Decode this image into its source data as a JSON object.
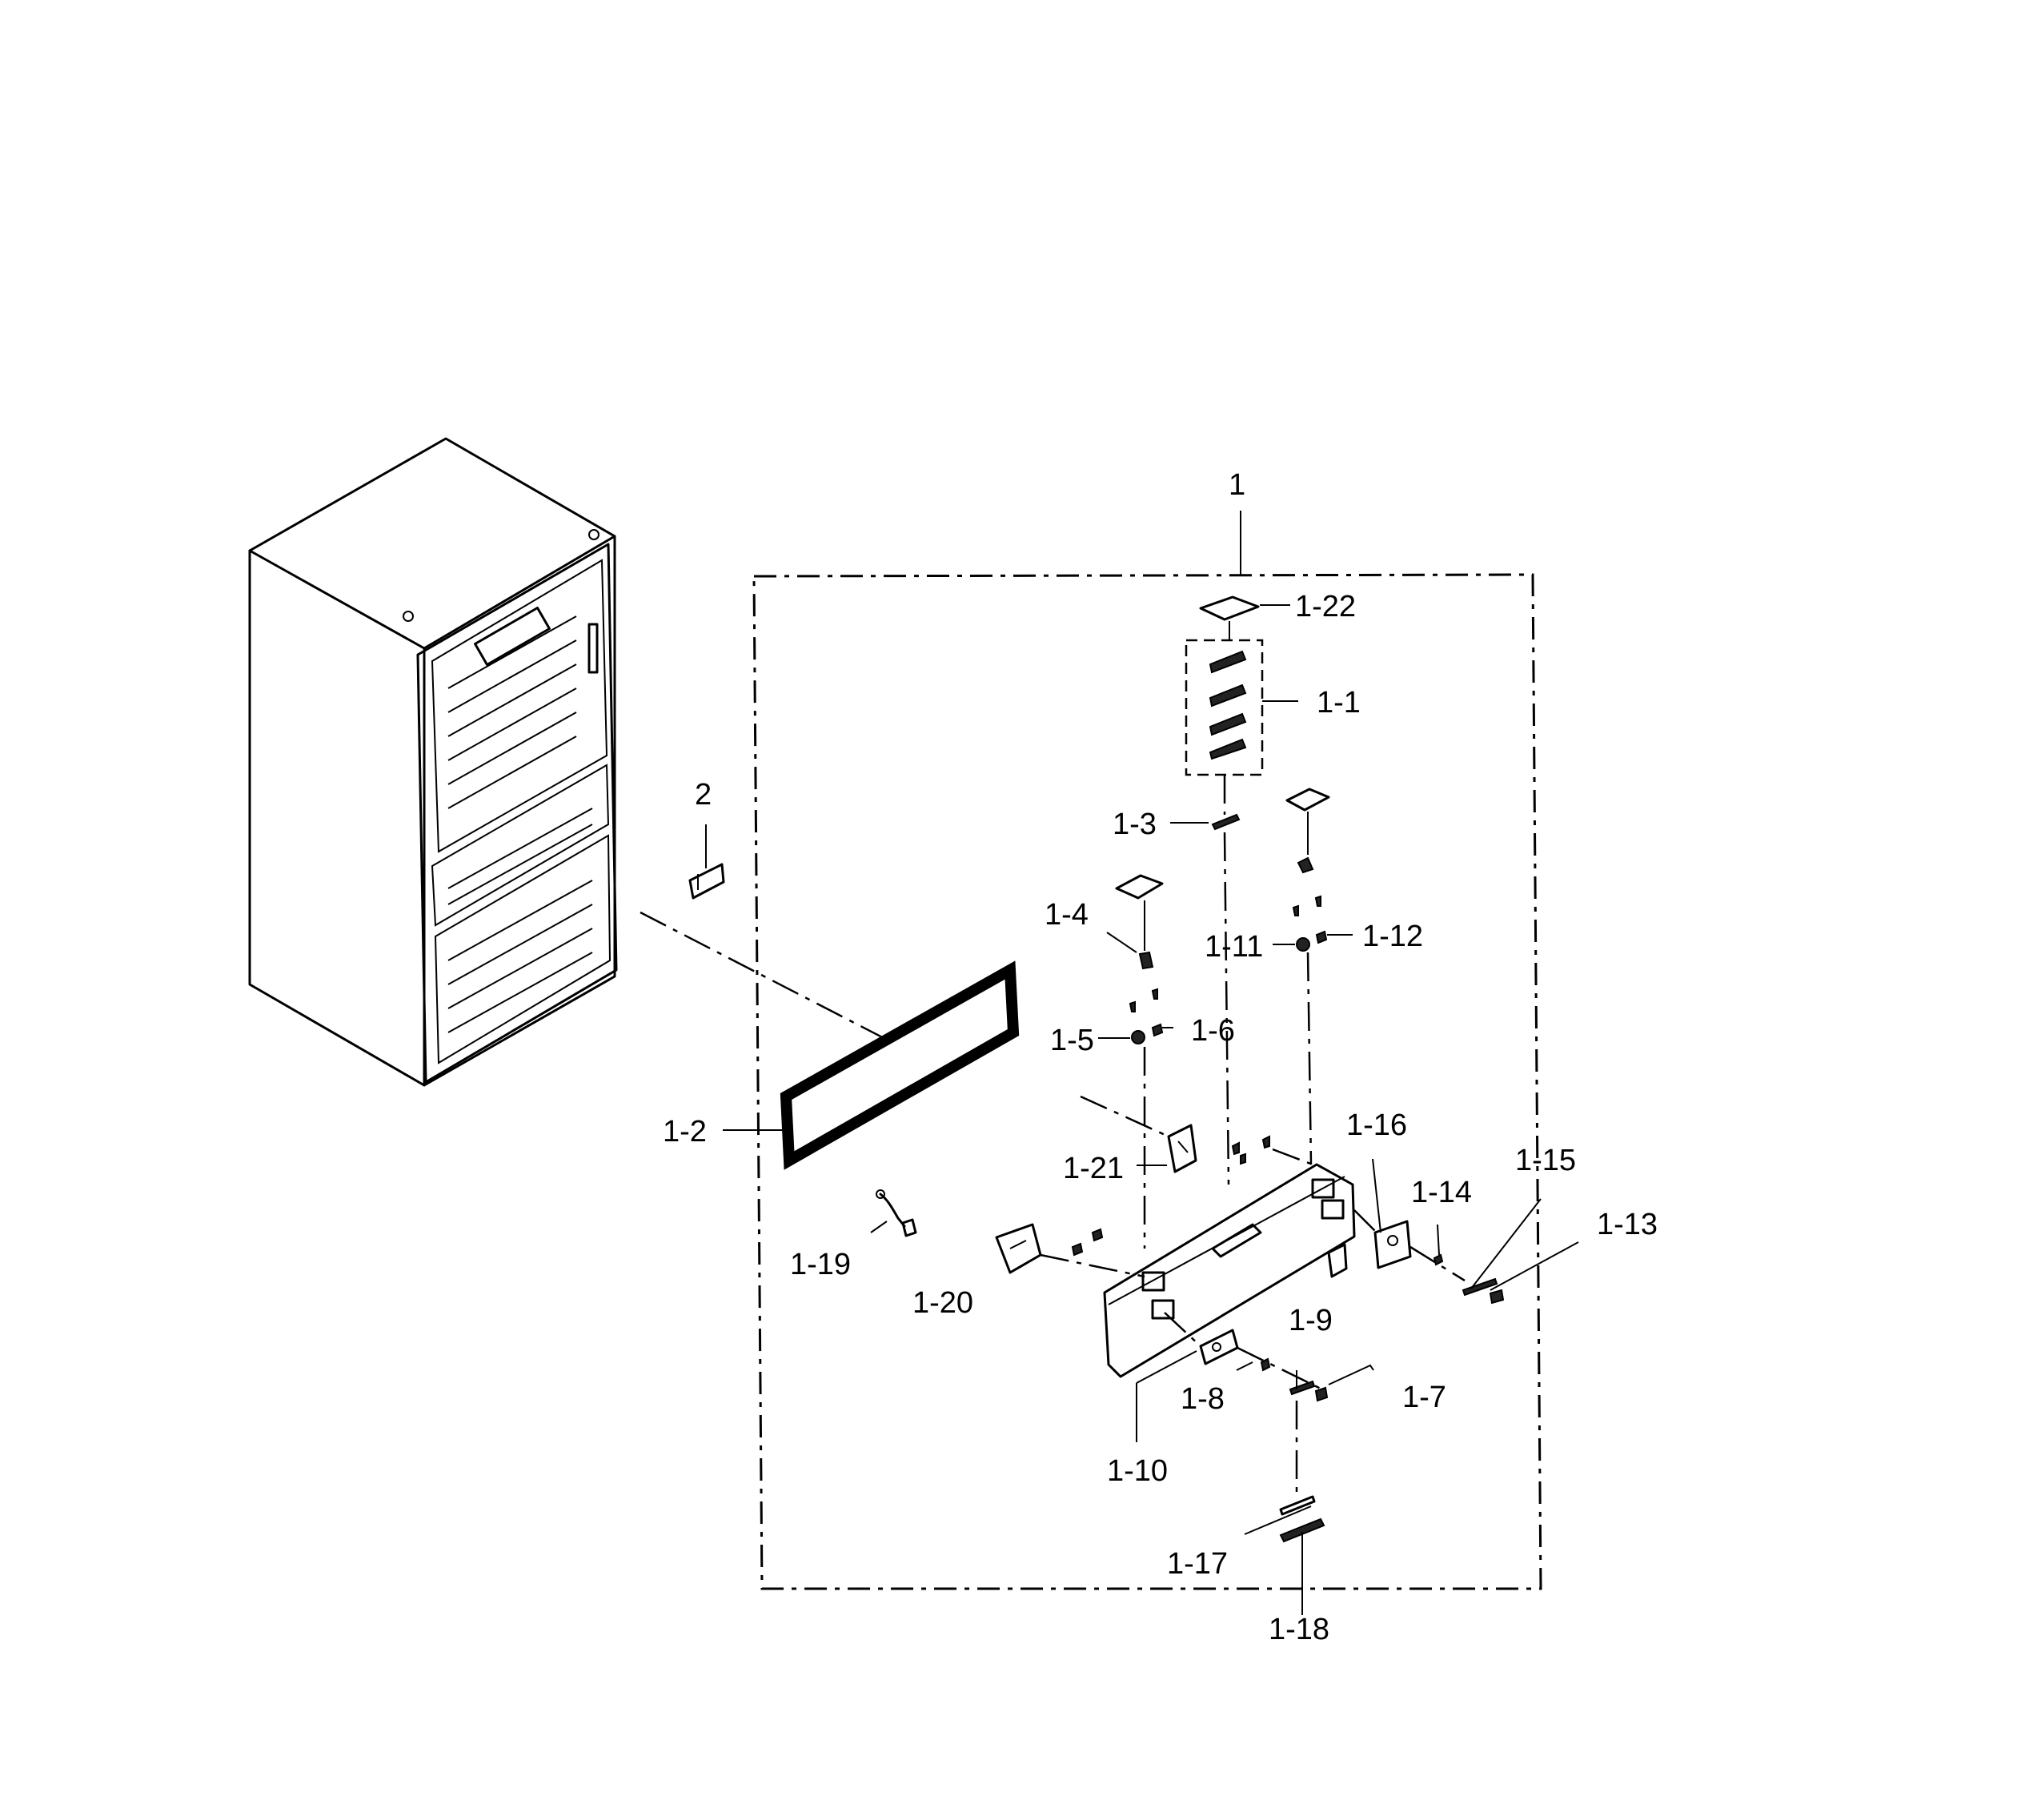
{
  "diagram": {
    "callouts": [
      {
        "id": "c-1",
        "text": "1"
      },
      {
        "id": "c-1-22",
        "text": "1-22"
      },
      {
        "id": "c-1-1",
        "text": "1-1"
      },
      {
        "id": "c-2",
        "text": "2"
      },
      {
        "id": "c-1-3",
        "text": "1-3"
      },
      {
        "id": "c-1-4",
        "text": "1-4"
      },
      {
        "id": "c-1-11",
        "text": "1-11"
      },
      {
        "id": "c-1-12",
        "text": "1-12"
      },
      {
        "id": "c-1-5",
        "text": "1-5"
      },
      {
        "id": "c-1-6",
        "text": "1-6"
      },
      {
        "id": "c-1-2",
        "text": "1-2"
      },
      {
        "id": "c-1-16",
        "text": "1-16"
      },
      {
        "id": "c-1-21",
        "text": "1-21"
      },
      {
        "id": "c-1-15",
        "text": "1-15"
      },
      {
        "id": "c-1-14",
        "text": "1-14"
      },
      {
        "id": "c-1-13",
        "text": "1-13"
      },
      {
        "id": "c-1-19",
        "text": "1-19"
      },
      {
        "id": "c-1-20",
        "text": "1-20"
      },
      {
        "id": "c-1-9",
        "text": "1-9"
      },
      {
        "id": "c-1-8",
        "text": "1-8"
      },
      {
        "id": "c-1-7",
        "text": "1-7"
      },
      {
        "id": "c-1-10",
        "text": "1-10"
      },
      {
        "id": "c-1-17",
        "text": "1-17"
      },
      {
        "id": "c-1-18",
        "text": "1-18"
      }
    ]
  }
}
